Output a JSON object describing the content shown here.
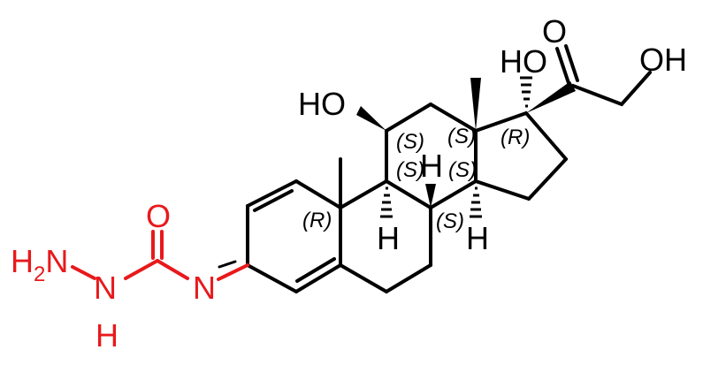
{
  "molecule": {
    "atoms": {
      "ho_c11": "HO",
      "ho_c17": "HO",
      "carbonyl_o": "O",
      "oh_c21": "OH",
      "h_c8": "H",
      "h_c9": "H",
      "h_c14": "H",
      "semicarbazone_o": "O",
      "n_imine": "N",
      "n_amide": "N",
      "h_amide": "H",
      "h2n": "H",
      "h2n_sub": "2",
      "h2n_n": "N"
    },
    "stereo_labels": {
      "c11": "(S)",
      "c13": "(S)",
      "c17": "(R)",
      "c9": "(S)",
      "c14": "(S)",
      "c10": "(R)",
      "c8": "(S)"
    }
  },
  "colors": {
    "main": "#000000",
    "highlight": "#e8191b"
  }
}
